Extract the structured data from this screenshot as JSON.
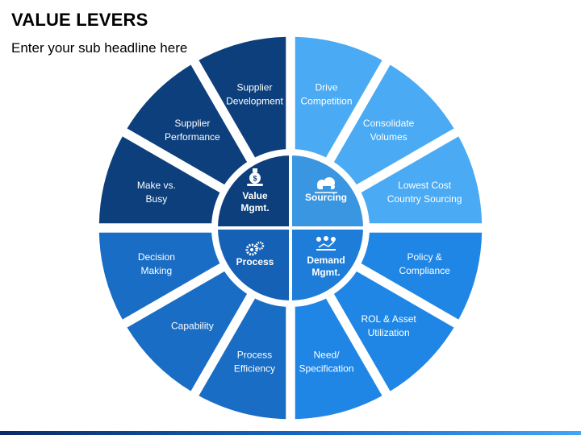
{
  "header": {
    "title": "VALUE LEVERS",
    "subtitle": "Enter your sub headline here"
  },
  "colors": {
    "dark_navy": "#0c3f7c",
    "navy": "#0f4d92",
    "medium_blue": "#1b74c9",
    "light_blue": "#4aaaf3",
    "divider": "#ffffff"
  },
  "quadrants": [
    {
      "key": "value",
      "lines": [
        "Value",
        "Mgmt."
      ],
      "icon": "money-bag-hand-icon",
      "color": "#0c3f7c"
    },
    {
      "key": "sourcing",
      "lines": [
        "Sourcing"
      ],
      "icon": "cloud-network-icon",
      "color": "#3a96e0"
    },
    {
      "key": "demand",
      "lines": [
        "Demand",
        "Mgmt."
      ],
      "icon": "team-chart-icon",
      "color": "#1e7dd8"
    },
    {
      "key": "process",
      "lines": [
        "Process"
      ],
      "icon": "gears-icon",
      "color": "#1561b5"
    }
  ],
  "segments": [
    {
      "lines": [
        "Drive",
        "Competition"
      ],
      "color": "#4aaaf3"
    },
    {
      "lines": [
        "Consolidate",
        "Volumes"
      ],
      "color": "#4aaaf3"
    },
    {
      "lines": [
        "Lowest Cost",
        "Country Sourcing"
      ],
      "color": "#4aaaf3"
    },
    {
      "lines": [
        "Policy &",
        "Compliance"
      ],
      "color": "#1f86e6"
    },
    {
      "lines": [
        "ROL & Asset",
        "Utilization"
      ],
      "color": "#1f86e6"
    },
    {
      "lines": [
        "Need/",
        "Specification"
      ],
      "color": "#1f86e6"
    },
    {
      "lines": [
        "Process",
        "Efficiency"
      ],
      "color": "#1a6dc4"
    },
    {
      "lines": [
        "Capability"
      ],
      "color": "#1a6dc4"
    },
    {
      "lines": [
        "Decision",
        "Making"
      ],
      "color": "#1a6dc4"
    },
    {
      "lines": [
        "Make vs.",
        "Busy"
      ],
      "color": "#0c3f7c"
    },
    {
      "lines": [
        "Supplier",
        "Performance"
      ],
      "color": "#0c3f7c"
    },
    {
      "lines": [
        "Supplier",
        "Development"
      ],
      "color": "#0c3f7c"
    }
  ]
}
